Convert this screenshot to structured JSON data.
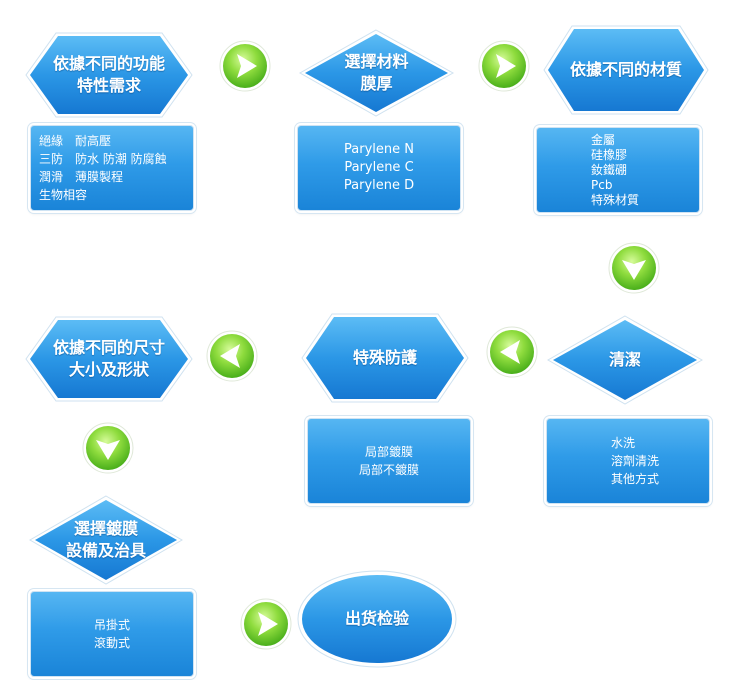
{
  "nodes": {
    "n1": [
      "依據不同的功能",
      "特性需求"
    ],
    "n2": [
      "選擇材料",
      "膜厚"
    ],
    "n3": [
      "依據不同的材質"
    ],
    "n4": [
      "依據不同的尺寸",
      "大小及形狀"
    ],
    "n5": [
      "特殊防護"
    ],
    "n6": [
      "清潔"
    ],
    "n7": [
      "選擇鍍膜",
      "設備及治具"
    ],
    "n8": [
      "出货检验"
    ]
  },
  "boxes": {
    "b1": [
      "絕緣　耐高壓",
      "三防　防水 防潮 防腐蝕",
      "潤滑　薄膜製程",
      "生物相容"
    ],
    "b2": [
      "Parylene N",
      "Parylene C",
      "Parylene D"
    ],
    "b3": [
      "金屬",
      "硅橡膠",
      "釹鐵硼",
      "Pcb",
      "特殊材質"
    ],
    "b4": [
      "局部鍍膜",
      "局部不鍍膜"
    ],
    "b5": [
      "水洗",
      "溶劑清洗",
      "其他方式"
    ],
    "b6": [
      "吊掛式",
      "滾動式"
    ]
  },
  "colors": {
    "shape_top": "#5cbcf5",
    "shape_bottom": "#1678d2",
    "arrow_green_light": "#b8f07a",
    "arrow_green_dark": "#46b21a"
  },
  "icons": {
    "right": "arrow-right-icon",
    "left": "arrow-left-icon",
    "down": "arrow-down-icon"
  }
}
